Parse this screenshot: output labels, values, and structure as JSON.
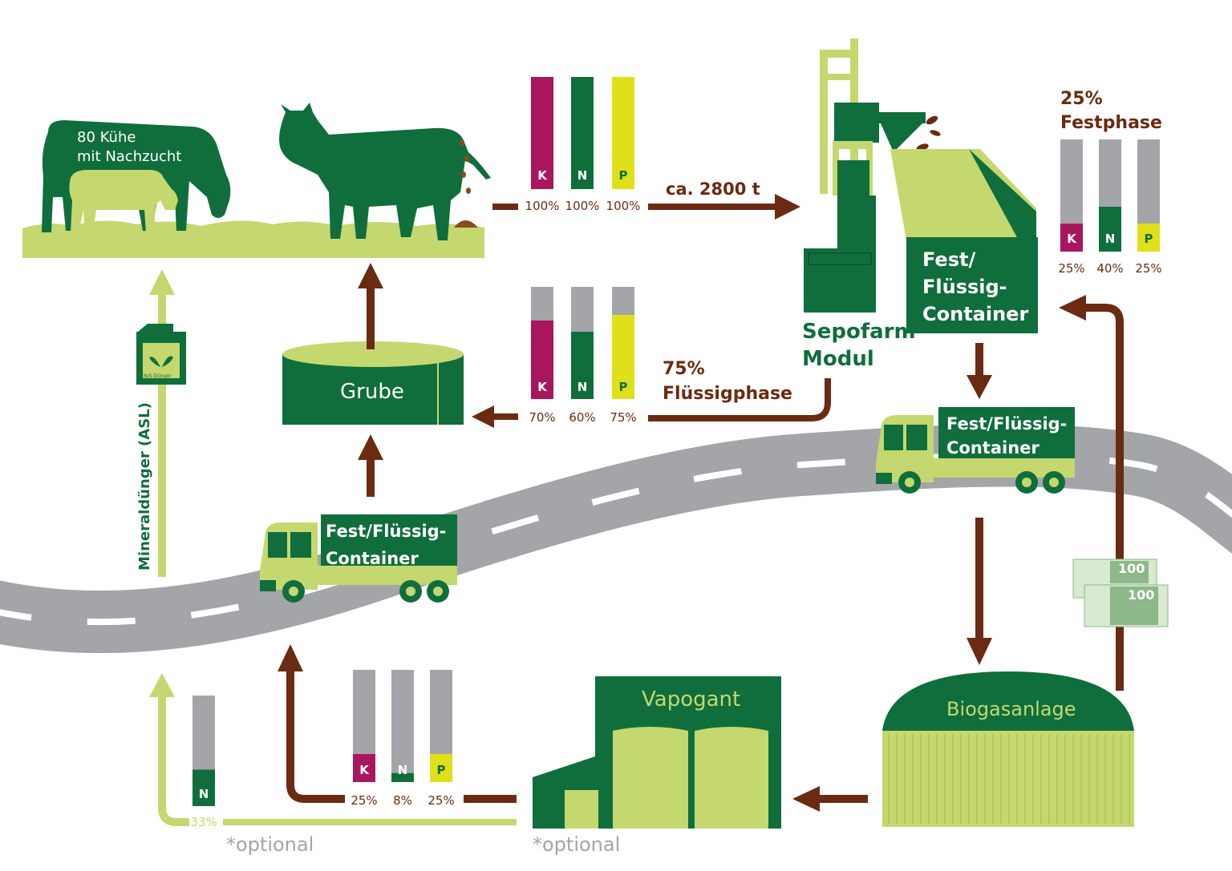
{
  "colors": {
    "dark_green": "#0f6e3c",
    "light_green": "#c4d86f",
    "brown": "#6b2a12",
    "magenta": "#a8175d",
    "yellow": "#dfe01a",
    "gray": "#a4a5a8",
    "road": "#a4a5a8"
  },
  "cows": {
    "label_1": "80 Kühe",
    "label_2": "mit Nachzucht"
  },
  "bars_input": {
    "labels": [
      "K",
      "N",
      "P"
    ],
    "values_pct": [
      100,
      100,
      100
    ],
    "texts": [
      "100%",
      "100%",
      "100%"
    ]
  },
  "flow_top": {
    "label": "ca. 2800 t"
  },
  "sepofarm": {
    "line1": "Sepofarm",
    "line2": "Modul"
  },
  "container_top": {
    "line1": "Fest/",
    "line2": "Flüssig-",
    "line3": "Container"
  },
  "solid_phase": {
    "title_1": "25%",
    "title_2": "Festphase",
    "labels": [
      "K",
      "N",
      "P"
    ],
    "values_pct": [
      25,
      40,
      25
    ],
    "texts": [
      "25%",
      "40%",
      "25%"
    ]
  },
  "liquid_phase": {
    "title_1": "75%",
    "title_2": "Flüssigphase",
    "labels": [
      "K",
      "N",
      "P"
    ],
    "values_pct": [
      70,
      60,
      75
    ],
    "texts": [
      "70%",
      "60%",
      "75%"
    ]
  },
  "pit": {
    "label": "Grube"
  },
  "truck_left": {
    "line1": "Fest/Flüssig-",
    "line2": "Container"
  },
  "truck_right": {
    "line1": "Fest/Flüssig-",
    "line2": "Container"
  },
  "canister": {
    "label": "N/S-Dünger"
  },
  "mineral": {
    "label": "Mineraldünger (ASL)"
  },
  "money": {
    "note": "100",
    "note2": "100"
  },
  "biogas": {
    "label": "Biogasanlage"
  },
  "vapogant": {
    "label": "Vapogant"
  },
  "bars_vapogant": {
    "labels": [
      "K",
      "N",
      "P"
    ],
    "values_pct": [
      25,
      8,
      25
    ],
    "texts": [
      "25%",
      "8%",
      "25%"
    ]
  },
  "bar_n_optional": {
    "label": "N",
    "value_pct": 33,
    "text": "33%"
  },
  "optional_left": {
    "label": "*optional"
  },
  "optional_right": {
    "label": "*optional"
  }
}
